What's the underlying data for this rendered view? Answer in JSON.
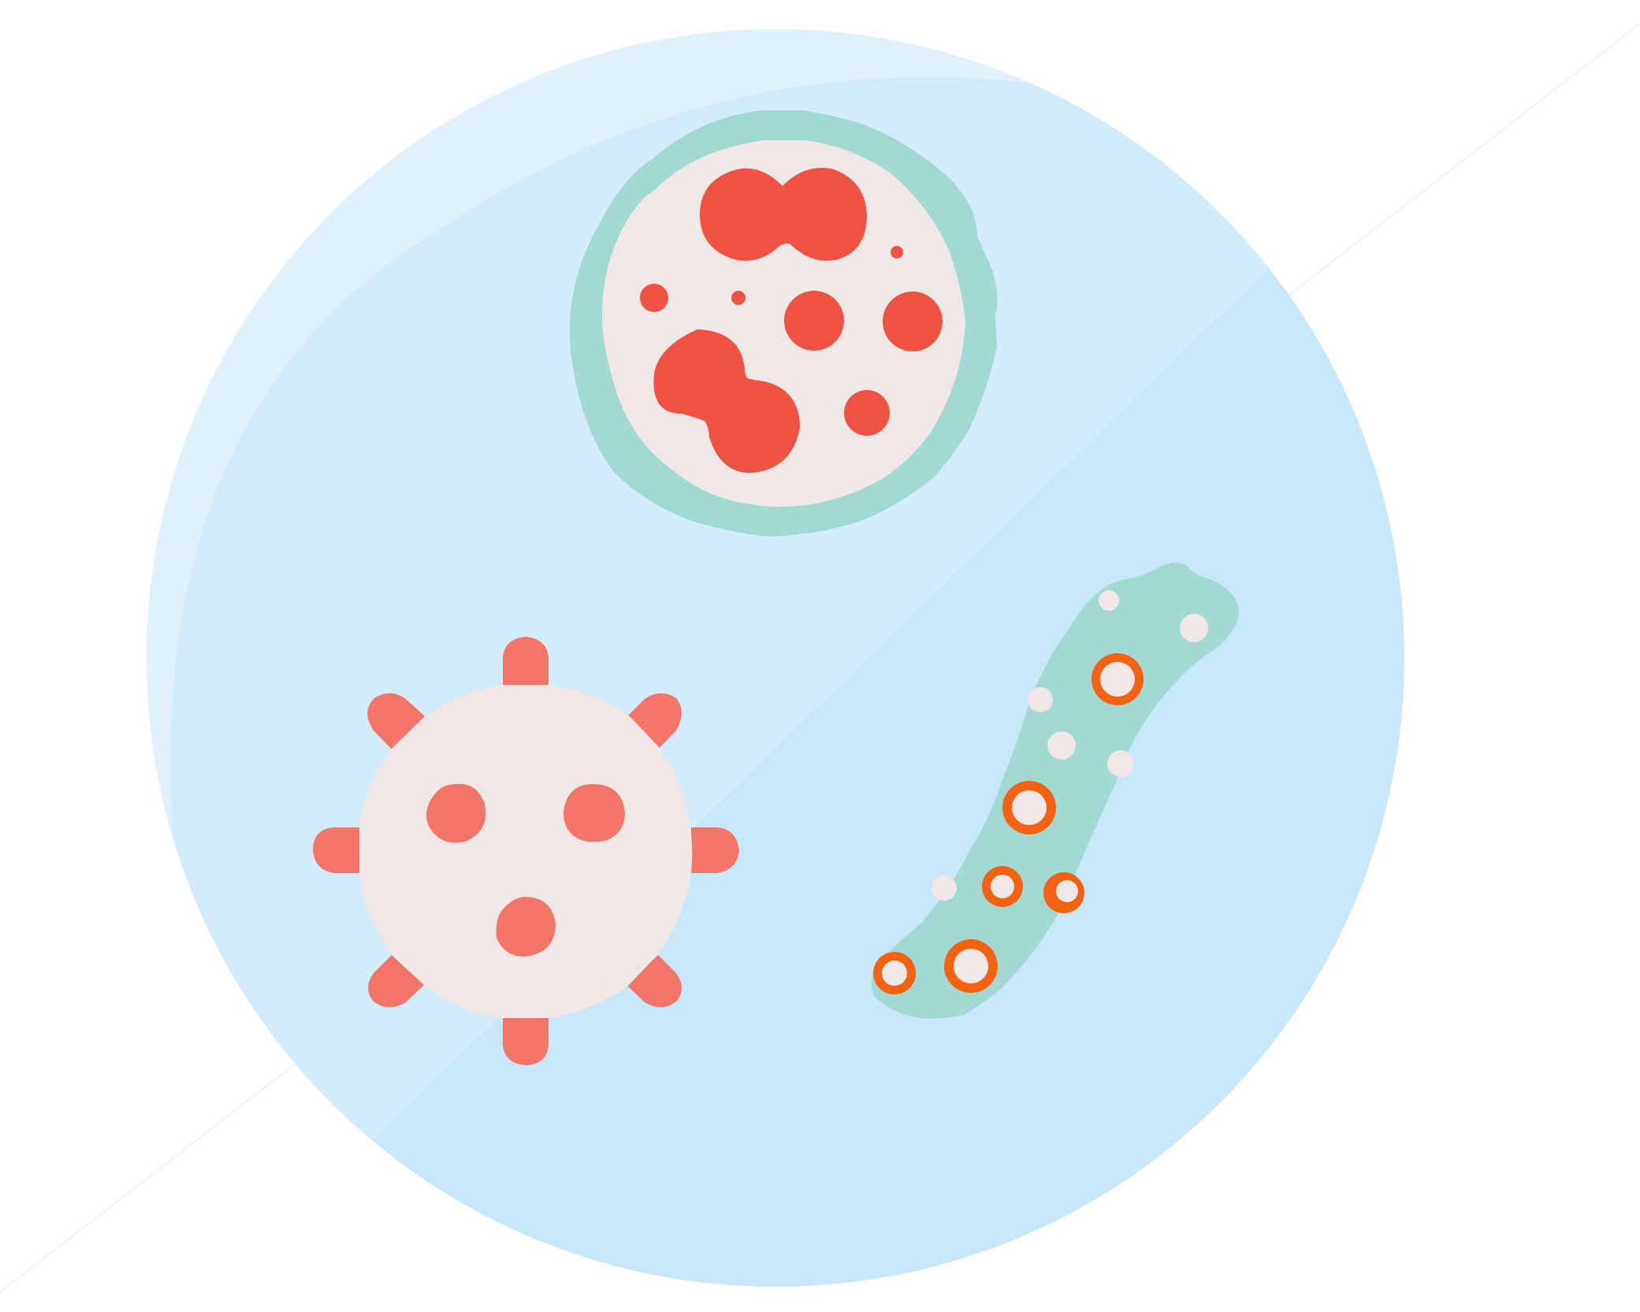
{
  "colors": {
    "background": "#ffffff",
    "circle_base": "#c7e7fb",
    "circle_mid": "#d3ecfc",
    "circle_highlight": "#e0f1fc",
    "diagonal_line": "#eef3f6",
    "cell_membrane": "#a3d9d3",
    "cytoplasm": "#f0e8e6",
    "nucleus": "#ef5142",
    "virus_spike": "#f27568",
    "bacterium_body": "#a3d9d3",
    "spore_fill": "#f0e8e6",
    "spore_ring": "#f36213"
  },
  "scene": {
    "subject": "microorganisms-in-petri-dish",
    "items": [
      "white-blood-cell",
      "virus",
      "bacterium"
    ]
  }
}
